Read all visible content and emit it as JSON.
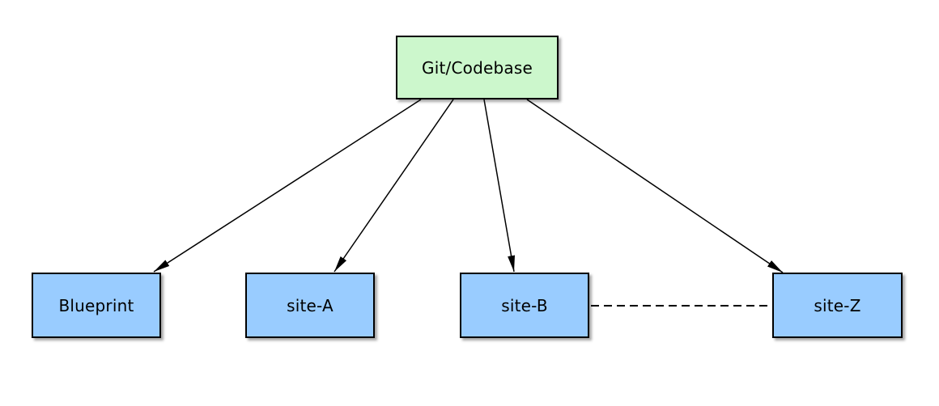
{
  "diagram": {
    "background_color": "#ffffff",
    "root_node": {
      "id": "git-codebase",
      "label": "Git/Codebase",
      "fill_color": "#ccf7cc",
      "border_color": "#000000"
    },
    "child_nodes": [
      {
        "id": "blueprint",
        "label": "Blueprint"
      },
      {
        "id": "site-a",
        "label": "site-A"
      },
      {
        "id": "site-b",
        "label": "site-B"
      },
      {
        "id": "site-z",
        "label": "site-Z"
      }
    ],
    "child_fill_color": "#99ccff",
    "edge_color": "#000000",
    "edges": [
      {
        "from": "Git/Codebase",
        "to": "Blueprint",
        "type": "arrow",
        "style": "solid"
      },
      {
        "from": "Git/Codebase",
        "to": "site-A",
        "type": "arrow",
        "style": "solid"
      },
      {
        "from": "Git/Codebase",
        "to": "site-B",
        "type": "arrow",
        "style": "solid"
      },
      {
        "from": "Git/Codebase",
        "to": "site-Z",
        "type": "arrow",
        "style": "solid"
      },
      {
        "from": "site-B",
        "to": "site-Z",
        "type": "line",
        "style": "dashed"
      }
    ]
  }
}
